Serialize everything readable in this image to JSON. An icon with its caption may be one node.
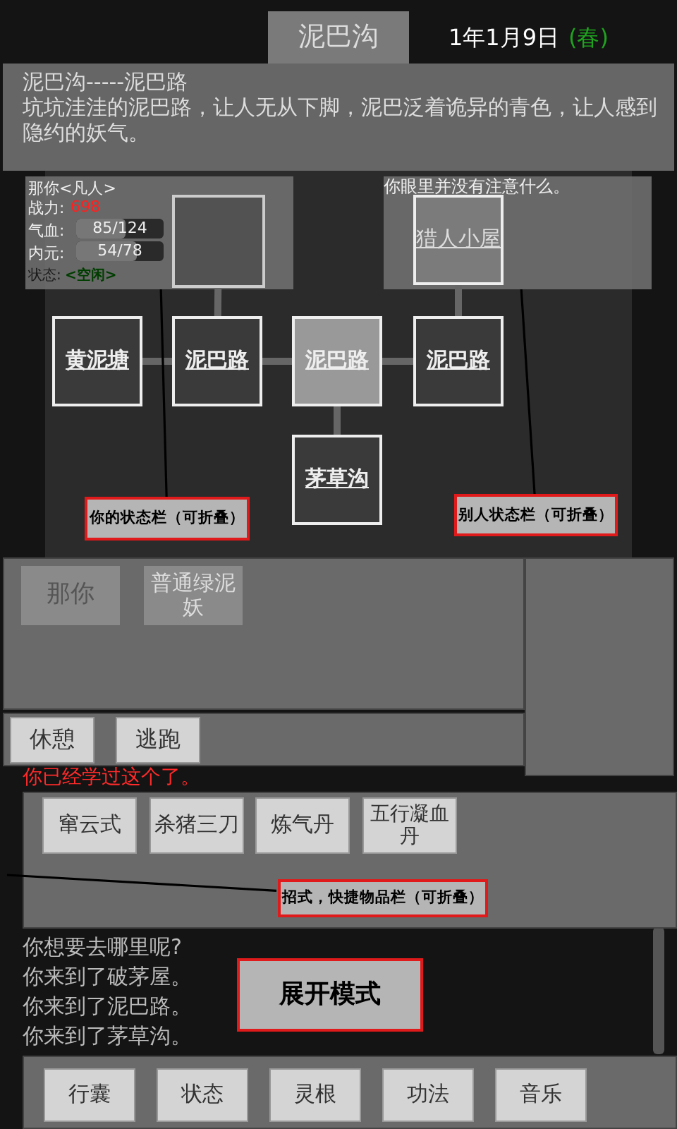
{
  "diagram": {
    "nodes": [
      {
        "text": [
          "泥巴沟"
        ]
      },
      {
        "text": [
          "泥巴沟-----泥巴路",
          "坑坑洼洼的泥巴路，让人无从下脚，泥巴泛着诡异的青色，让人感到隐约的妖气。"
        ]
      },
      {
        "text": [
          "那你<凡人>",
          "战力:",
          "698",
          "气血:",
          "85/124",
          "内元:",
          "54/78",
          "状态:",
          "<空闲>"
        ]
      },
      {
        "text": [
          "你眼里并没有注意什么。"
        ]
      },
      {
        "text": [],
        "shape": "box",
        "in": 2
      },
      {
        "text": [
          "猎人小屋"
        ],
        "in": 3
      },
      {
        "text": [
          "黄泥塘"
        ]
      },
      {
        "text": [
          "泥巴路"
        ]
      },
      {
        "text": [
          "泥巴路"
        ]
      },
      {
        "text": [
          "泥巴路"
        ]
      },
      {
        "text": [
          "茅草沟"
        ]
      },
      {
        "text": [
          "你的状态栏（可折叠）"
        ]
      },
      {
        "text": [
          "别人状态栏（可折叠）"
        ]
      },
      {
        "text": [],
        "shape": "box"
      },
      {
        "text": [
          "那你"
        ],
        "in": 13
      },
      {
        "text": [
          "普通绿泥妖"
        ],
        "in": 13
      },
      {
        "text": [],
        "shape": "box"
      },
      {
        "text": [
          "休憩"
        ],
        "in": 16
      },
      {
        "text": [
          "逃跑"
        ],
        "in": 16
      },
      {
        "text": [],
        "shape": "box"
      },
      {
        "text": [
          "窜云式"
        ],
        "in": 19
      },
      {
        "text": [
          "杀猪三刀"
        ],
        "in": 19
      },
      {
        "text": [
          "炼气丹"
        ],
        "in": 19
      },
      {
        "text": [
          "五行凝血丹"
        ],
        "in": 19
      },
      {
        "text": [
          "招式，快捷物品栏（可折叠）"
        ],
        "in": 19
      },
      {
        "text": [
          "展开模式"
        ]
      },
      {
        "text": [],
        "shape": "box"
      },
      {
        "text": [
          "行囊"
        ],
        "in": 26
      },
      {
        "text": [
          "状态"
        ],
        "in": 26
      },
      {
        "text": [
          "灵根"
        ],
        "in": 26
      },
      {
        "text": [
          "功法"
        ],
        "in": 26
      },
      {
        "text": [
          "音乐"
        ],
        "in": 26
      }
    ],
    "edges": [
      {
        "from": 4,
        "to": 7,
        "arrow": "none"
      },
      {
        "from": 5,
        "to": 9,
        "arrow": "none"
      },
      {
        "from": 6,
        "to": 7,
        "arrow": "none"
      },
      {
        "from": 7,
        "to": 8,
        "arrow": "none"
      },
      {
        "from": 8,
        "to": 9,
        "arrow": "none"
      },
      {
        "from": 8,
        "to": 10,
        "arrow": "none"
      },
      {
        "from": 11,
        "to": 2,
        "arrow": "none",
        "color": "#000000"
      },
      {
        "from": 12,
        "to": 3,
        "arrow": "none",
        "color": "#000000"
      },
      {
        "from": 24,
        "to": null,
        "arrow": "none",
        "color": "#000000"
      }
    ],
    "labels": [
      "1年1月9日",
      "(春)",
      "你已经学过这个了。",
      "你想要去哪里呢?",
      "你来到了破茅屋。",
      "你来到了泥巴路。",
      "你来到了茅草沟。"
    ]
  }
}
